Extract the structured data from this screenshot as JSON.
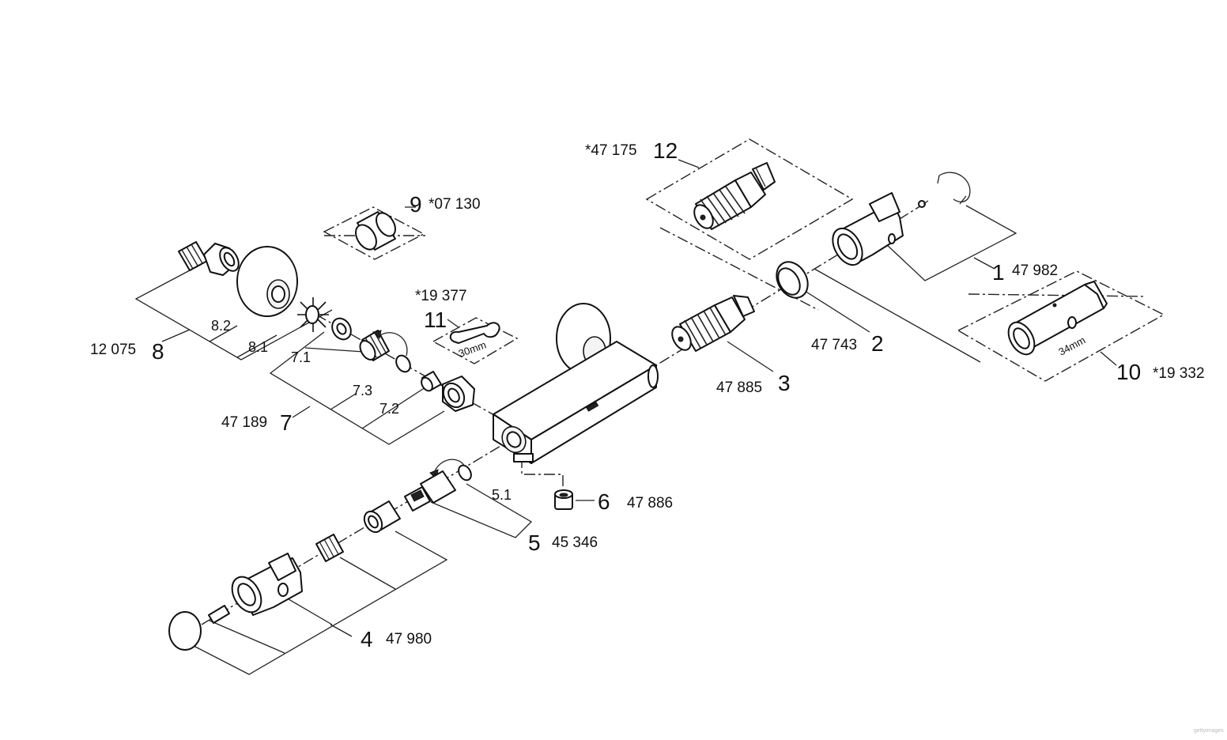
{
  "parts": [
    {
      "num": "1",
      "code": "47 982"
    },
    {
      "num": "2",
      "code": "47 743"
    },
    {
      "num": "3",
      "code": "47 885"
    },
    {
      "num": "4",
      "code": "47 980"
    },
    {
      "num": "5",
      "code": "45 346"
    },
    {
      "num": "6",
      "code": "47 886"
    },
    {
      "num": "7",
      "code": "47 189"
    },
    {
      "num": "8",
      "code": "12 075"
    },
    {
      "num": "9",
      "code": "*07 130"
    },
    {
      "num": "10",
      "code": "*19 332"
    },
    {
      "num": "11",
      "code": "*19 377"
    },
    {
      "num": "12",
      "code": "*47 175"
    }
  ],
  "subparts": [
    "8.2",
    "8.1",
    "7.1",
    "7.3",
    "7.2",
    "5.1"
  ],
  "tool_labels": {
    "wrench_size": "30mm",
    "sleeve_size": "34mm"
  },
  "watermark": "gettyimages"
}
